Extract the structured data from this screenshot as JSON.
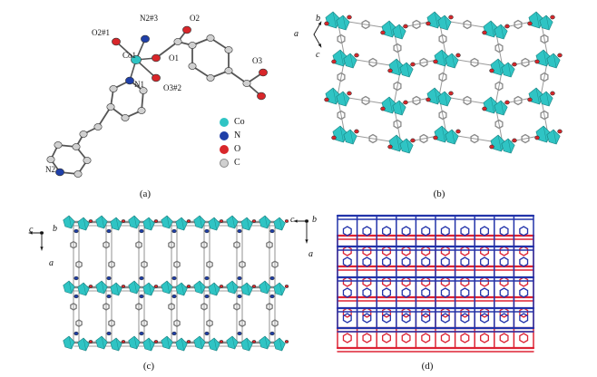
{
  "panels": [
    {
      "id": "a",
      "caption": "(a)"
    },
    {
      "id": "b",
      "caption": "(b)"
    },
    {
      "id": "c",
      "caption": "(c)"
    },
    {
      "id": "d",
      "caption": "(d)"
    }
  ],
  "atom_labels": {
    "n2_3": "N2#3",
    "o2": "O2",
    "o2_1": "O2#1",
    "co1": "Co1",
    "o1": "O1",
    "o3": "O3",
    "n1": "N1",
    "o3_2": "O3#2",
    "n2": "N2"
  },
  "legend": [
    {
      "label": "Co",
      "color": "#2fc4c4"
    },
    {
      "label": "N",
      "color": "#1f3fa8"
    },
    {
      "label": "O",
      "color": "#d8262a"
    },
    {
      "label": "C",
      "color": "#c8c8c8"
    }
  ],
  "axes": {
    "b": {
      "a": "a",
      "b": "b",
      "c": "c"
    },
    "c": {
      "c": "c",
      "b": "b",
      "a": "a"
    },
    "d": {
      "c": "c",
      "b": "b",
      "a": "a"
    }
  },
  "colors": {
    "cobalt": "#2fc4c4",
    "nitrogen": "#1f3fa8",
    "oxygen": "#d8262a",
    "carbon": "#b8b8b8",
    "net_blue": "#2233aa",
    "net_red": "#dd2233"
  }
}
